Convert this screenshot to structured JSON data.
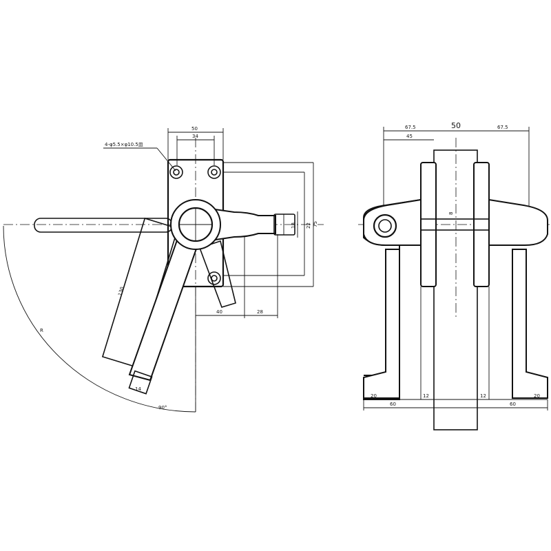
{
  "drawing": {
    "hole_note": "4-φ5.5×φ10.5皿",
    "left_view": {
      "plate_width": "50",
      "hole_pitch_x": "34",
      "lever_length": "130",
      "radius": "R",
      "angle": "90°",
      "offset_a": "40",
      "offset_b": "28",
      "stem_a": "18",
      "stem_b": "22",
      "height": "75",
      "tip": "14"
    },
    "right_view": {
      "door_thickness": "50",
      "left_reach": "67.5",
      "left_inner": "45",
      "right_reach": "67.5",
      "spindle": "8",
      "bottom_left_foot": "20",
      "bottom_left_span": "60",
      "bottom_left_gap": "12",
      "bottom_right_gap": "12",
      "bottom_right_span": "60",
      "bottom_right_foot": "20"
    }
  }
}
